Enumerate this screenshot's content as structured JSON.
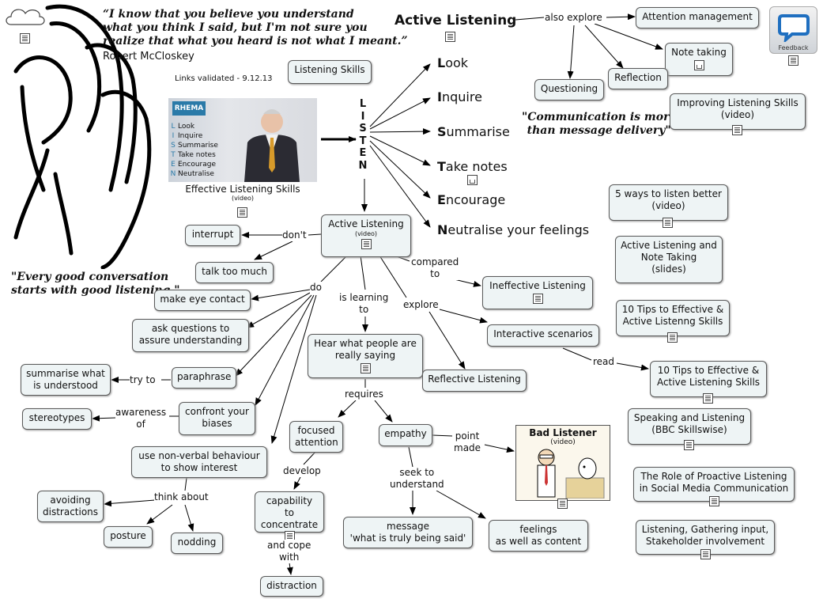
{
  "root": {
    "title": "Active Listening",
    "link": "also explore"
  },
  "explore_items": [
    "Attention management",
    "Note taking",
    "Reflection",
    "Questioning"
  ],
  "quotes": {
    "top": [
      "“I know that you believe you understand",
      "what you think I said, but I'm not sure you",
      " realize that what you heard is not what I meant.”"
    ],
    "top_author": "Robert McCloskey",
    "bottom": [
      "\"Every good conversation",
      "starts with good listening.\""
    ],
    "communication": [
      "\"Communication is more",
      "than message delivery\""
    ]
  },
  "links_validated": "Links validated - 9.12.13",
  "listening_skills": "Listening Skills",
  "video": {
    "caption": "Effective Listening Skills",
    "caption_sub": "(video)",
    "logo": "RHEMA",
    "menu": [
      {
        "letter": "L",
        "word": "Look"
      },
      {
        "letter": "I",
        "word": "Inquire"
      },
      {
        "letter": "S",
        "word": "Summarise"
      },
      {
        "letter": "T",
        "word": "Take notes"
      },
      {
        "letter": "E",
        "word": "Encourage"
      },
      {
        "letter": "N",
        "word": "Neutralise"
      }
    ]
  },
  "listen_letters": [
    "L",
    "I",
    "S",
    "T",
    "E",
    "N"
  ],
  "listen_words": [
    {
      "initial": "L",
      "rest": "ook"
    },
    {
      "initial": "I",
      "rest": "nquire"
    },
    {
      "initial": "S",
      "rest": "ummarise"
    },
    {
      "initial": "T",
      "rest": "ake notes"
    },
    {
      "initial": "E",
      "rest": "ncourage"
    },
    {
      "initial": "N",
      "rest": "eutralise your feelings"
    }
  ],
  "center": {
    "title": "Active Listening",
    "sub": "(video)"
  },
  "dont": {
    "label": "don't",
    "items": [
      "interrupt",
      "talk too much"
    ]
  },
  "do": {
    "label": "do",
    "eye": "make eye contact",
    "ask": [
      "ask questions to",
      "assure understanding"
    ],
    "paraphrase": "paraphrase",
    "try_to": "try to",
    "summarise": [
      "summarise what",
      "is understood"
    ],
    "confront": [
      "confront your",
      "biases"
    ],
    "awareness": [
      "awareness",
      "of"
    ],
    "stereotypes": "stereotypes",
    "nonverbal": [
      "use non-verbal behaviour",
      "to show interest"
    ],
    "think_about": "think about",
    "avoiding": [
      "avoiding",
      "distractions"
    ],
    "posture": "posture",
    "nodding": "nodding"
  },
  "learning": {
    "label": [
      "is learning",
      "to"
    ],
    "hear": [
      "Hear what people are",
      "really saying"
    ],
    "requires": "requires",
    "focused": [
      "focused",
      "attention"
    ],
    "develop": "develop",
    "capability": [
      "capability to",
      "concentrate"
    ],
    "cope": [
      "and cope",
      "with"
    ],
    "distraction": "distraction",
    "empathy": "empathy",
    "seek": [
      "seek to",
      "understand"
    ],
    "message": [
      "message",
      "'what is truly being said'"
    ],
    "feelings": [
      "feelings",
      "as well as content"
    ],
    "point_made": [
      "point",
      "made"
    ]
  },
  "compared": {
    "label": [
      "compared",
      "to"
    ],
    "item": "Ineffective Listening"
  },
  "explore": {
    "label": "explore",
    "interactive": "Interactive scenarios",
    "reflective": "Reflective Listening",
    "read": "read"
  },
  "resources": {
    "improving": [
      "Improving Listening Skills",
      "(video)"
    ],
    "five_ways": [
      "5 ways to listen better",
      "(video)"
    ],
    "al_note": [
      "Active Listening and",
      "Note Taking",
      "(slides)"
    ],
    "ten_tips_a": [
      "10 Tips to Effective &",
      "Active Listenng Skills"
    ],
    "ten_tips_b": [
      "10 Tips to Effective &",
      "Active Listening Skills"
    ],
    "bbc": [
      "Speaking and Listening",
      "(BBC Skillswise)"
    ],
    "proactive": [
      "The Role of Proactive Listening",
      "in Social Media Communication"
    ],
    "gathering": [
      "Listening, Gathering input,",
      "Stakeholder involvement"
    ]
  },
  "cartoon": {
    "title": "Bad Listener",
    "sub": "(video)"
  },
  "feedback": "Feedback",
  "colors": {
    "node_bg": "#eef4f5",
    "line": "#000000",
    "feedback_blue": "#1f6fc0"
  }
}
